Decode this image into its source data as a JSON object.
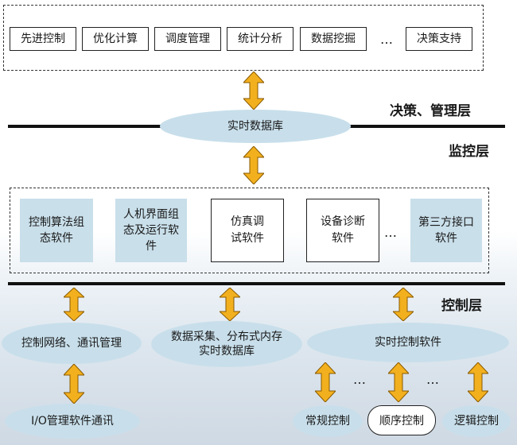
{
  "decision_layer": {
    "modules": [
      "先进控制",
      "优化计算",
      "调度管理",
      "统计分析",
      "数据挖掘"
    ],
    "ellipsis": "…",
    "last_module": "决策支持"
  },
  "layers": {
    "decision_label": "决策、管理层",
    "monitor_label": "监控层",
    "control_label": "控制层"
  },
  "realtime_db": "实时数据库",
  "monitor_software": {
    "item1": "控制算法组态软件",
    "item2": "人机界面组态及运行软件",
    "item3": "仿真调试软件",
    "item4": "设备诊断软件",
    "ellipsis": "…",
    "item5": "第三方接口软件"
  },
  "control_layer": {
    "network": "控制网络、通讯管理",
    "data_acq": "数据采集、分布式内存实时数据库",
    "realtime_ctrl": "实时控制软件",
    "io": "I/O管理软件通讯",
    "regular": "常规控制",
    "sequence": "顺序控制",
    "logic": "逻辑控制",
    "dots1": "…",
    "dots2": "…"
  },
  "colors": {
    "arrow_fill": "#f2b01e",
    "arrow_stroke": "#8a5a00",
    "box_blue": "#c9dfea"
  }
}
